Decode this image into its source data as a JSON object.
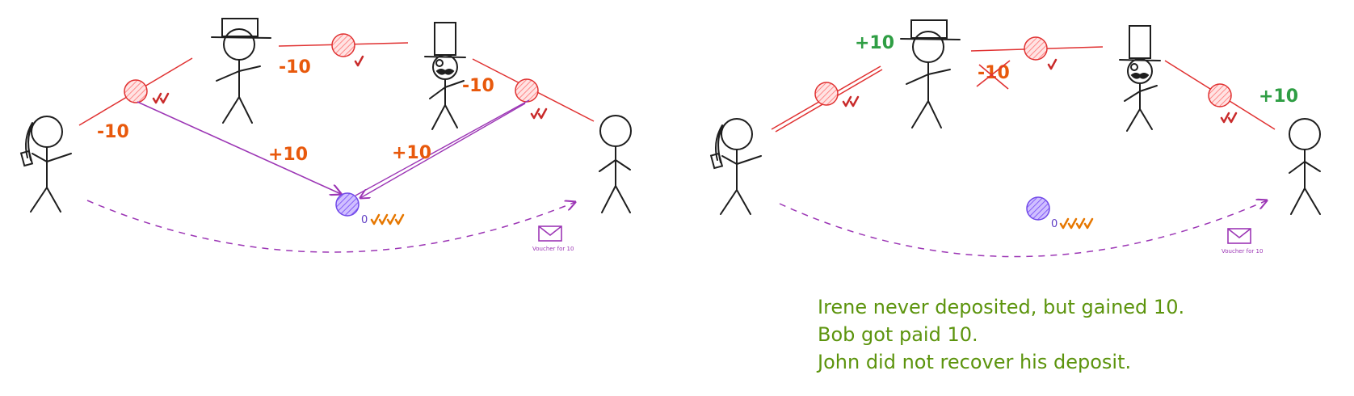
{
  "colors": {
    "ink": "#1e1e1e",
    "channel_red": "#e03131",
    "channel_fill": "#ffc9c9",
    "minus_orange": "#e8590c",
    "plus_green": "#2f9e44",
    "purple": "#9c36b5",
    "violet_fill": "#b197fc",
    "violet_stroke": "#7048e8",
    "check_red": "#c92a2a",
    "check_orange": "#e67700",
    "caption_green": "#5c940d"
  },
  "icons": [
    "stick-figure",
    "top-hat",
    "monocle",
    "mustache",
    "envelope-icon",
    "checkmark-icon"
  ],
  "left_panel": {
    "amount_irene_channel": "-10",
    "amount_john": "-10",
    "amount_hat_man": "-10",
    "transfer_left": "+10",
    "transfer_right": "+10",
    "hub_counter": "0",
    "voucher_label": "Voucher for 10"
  },
  "right_panel": {
    "amount_john": "+10",
    "amount_struck": "-10",
    "amount_bob": "+10",
    "hub_counter": "0",
    "voucher_label": "Voucher for 10"
  },
  "caption": {
    "lines": [
      "Irene never deposited, but gained 10.",
      "Bob got paid 10.",
      "John did not recover his deposit."
    ]
  }
}
